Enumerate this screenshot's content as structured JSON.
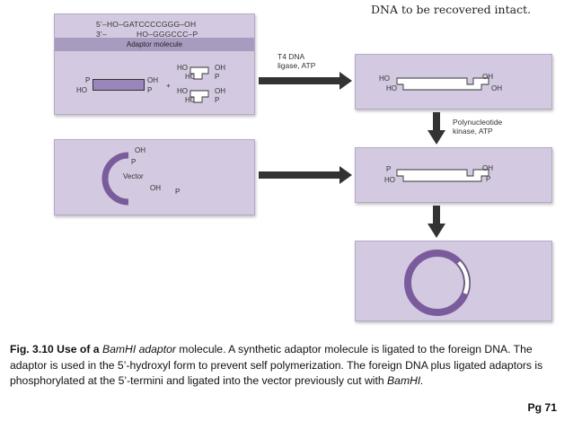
{
  "header_note": "DNA to be recovered intact.",
  "adaptor_panel": {
    "seq_top": "5’–HO–GATCCCCGGG–OH",
    "seq_bottom_prefix": "3’–",
    "seq_bottom": "HO–GGGCCC–P",
    "band_label": "Adaptor molecule",
    "dna_left_top": "P",
    "dna_left_bottom": "HO",
    "dna_right_top": "OH",
    "dna_right_bottom": "P",
    "plus": "+",
    "adaptor_a_left_top": "HO",
    "adaptor_a_left_bottom": "HO",
    "adaptor_a_right_top": "OH",
    "adaptor_a_right_bottom": "P",
    "adaptor_b_left_top": "HO",
    "adaptor_b_left_bottom": "HO",
    "adaptor_b_right_top": "OH",
    "adaptor_b_right_bottom": "P"
  },
  "vector_panel": {
    "label": "Vector",
    "oh_top": "OH",
    "p_top": "P",
    "oh_bottom": "OH",
    "p_bottom": "P"
  },
  "step_ligase": {
    "line1": "T4 DNA",
    "line2": "ligase, ATP"
  },
  "step_kinase": {
    "line1": "Polynucleotide",
    "line2": "kinase, ATP"
  },
  "ligated_panel": {
    "left_top": "HO",
    "left_bottom": "HO",
    "right_top": "OH",
    "right_bottom": "OH"
  },
  "phosphorylated_panel": {
    "left_top": "P",
    "left_bottom": "HO",
    "right_top": "OH",
    "right_bottom": "P"
  },
  "caption": {
    "label": "Fig. 3.10 Use of a ",
    "enzyme": "BamHI adaptor",
    "text1": " molecule. A synthetic adaptor molecule is ligated to the foreign DNA. The adaptor is used in the 5’-hydroxyl form to prevent self polymerization. The foreign DNA plus ligated adaptors is phosphorylated at the 5’-termini and ligated into the vector previously cut with ",
    "enzyme2": "BamHI.",
    "page_ref": "Pg 71"
  },
  "colors": {
    "panel_fill": "#d3c9e0",
    "band_fill": "#a99bc0",
    "dna_fill": "#9a86b8",
    "vector_ring": "#7a5c9c",
    "arrow": "#333333"
  }
}
